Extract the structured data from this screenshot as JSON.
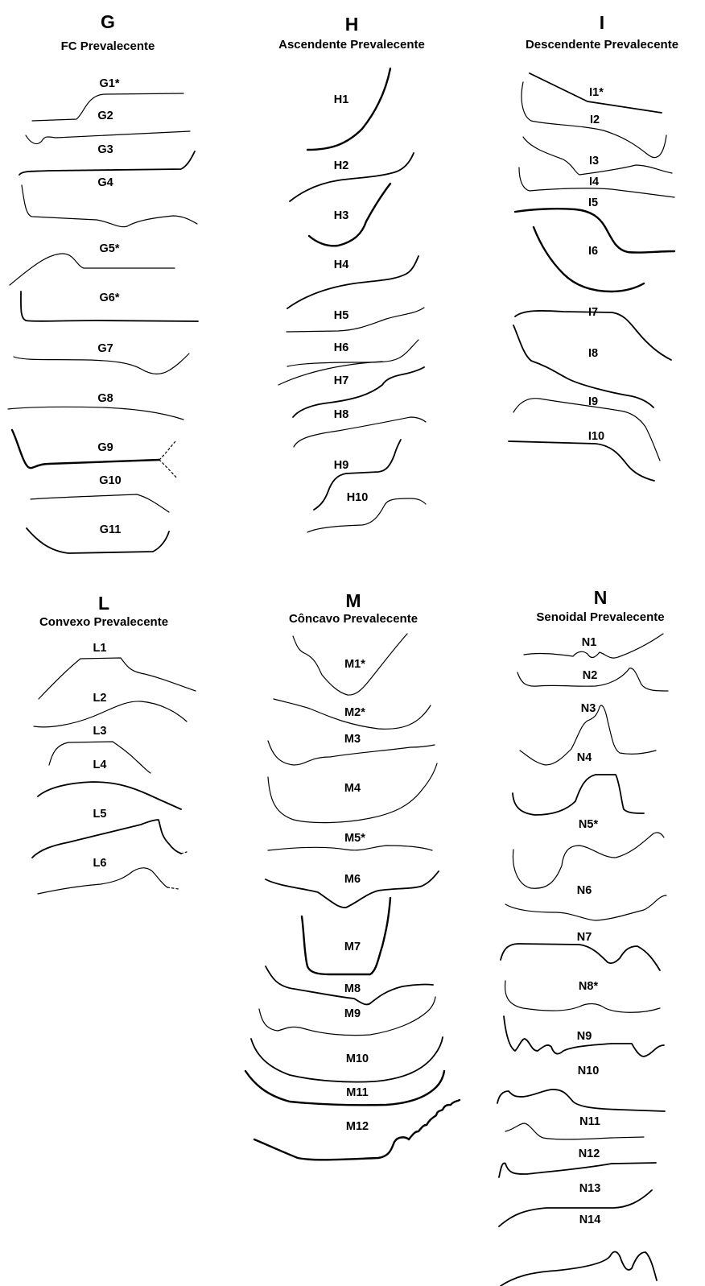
{
  "sections": {
    "G": {
      "letter": "G",
      "subtitle": "FC Prevalecente"
    },
    "H": {
      "letter": "H",
      "subtitle": "Ascendente Prevalecente"
    },
    "I": {
      "letter": "I",
      "subtitle": "Descendente Prevalecente"
    },
    "L": {
      "letter": "L",
      "subtitle": "Convexo Prevalecente"
    },
    "M": {
      "letter": "M",
      "subtitle": "Côncavo Prevalecente"
    },
    "N": {
      "letter": "N",
      "subtitle": "Senoidal Prevalecente"
    }
  },
  "labels": {
    "G": [
      "G1*",
      "G2",
      "G3",
      "G4",
      "G5*",
      "G6*",
      "G7",
      "G8",
      "G9",
      "G10",
      "G11"
    ],
    "H": [
      "H1",
      "H2",
      "H3",
      "H4",
      "H5",
      "H6",
      "H7",
      "H8",
      "H9",
      "H10"
    ],
    "I": [
      "I1*",
      "I2",
      "I3",
      "I4",
      "I5",
      "I6",
      "I7",
      "I8",
      "I9",
      "I10"
    ],
    "L": [
      "L1",
      "L2",
      "L3",
      "L4",
      "L5",
      "L6"
    ],
    "M": [
      "M1*",
      "M2*",
      "M3",
      "M4",
      "M5*",
      "M6",
      "M7",
      "M8",
      "M9",
      "M10",
      "M11",
      "M12"
    ],
    "N": [
      "N1",
      "N2",
      "N3",
      "N4",
      "N5*",
      "N6",
      "N7",
      "N8*",
      "N9",
      "N10",
      "N11",
      "N12",
      "N13",
      "N14"
    ]
  }
}
